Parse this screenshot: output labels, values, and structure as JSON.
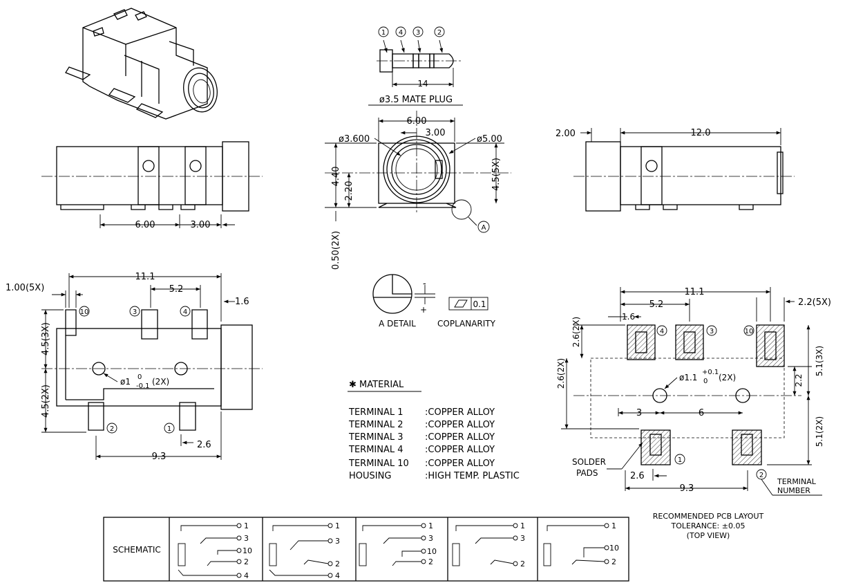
{
  "plug": {
    "title": "ø3.5 MATE PLUG",
    "length": "14",
    "pins": [
      "1",
      "4",
      "3",
      "2"
    ]
  },
  "front": {
    "d_small": "ø3.600",
    "d_large": "ø5.00",
    "width": "6.00",
    "half": "3.00",
    "h1": "4.40",
    "h2": "2.20",
    "h3": "4.5(5X)",
    "tab": "0.50(2X)",
    "detail_ref": "A"
  },
  "side_left": {
    "dim1": "6.00",
    "dim2": "3.00"
  },
  "side_right": {
    "dim1": "2.00",
    "dim2": "12.0"
  },
  "top_view": {
    "width": "11.1",
    "pitch": "5.2",
    "pin_w": "1.00(5X)",
    "edge": "1.6",
    "h_top": "4.5(3X)",
    "h_bot": "4.5(2X)",
    "hole": "ø1",
    "hole_tol_up": "0",
    "hole_tol_dn": "-0.1",
    "hole_count": "(2X)",
    "bottom": "9.3",
    "gap": "2.6",
    "pins": [
      "10",
      "3",
      "4",
      "2",
      "1"
    ]
  },
  "detail": {
    "label": "A DETAIL",
    "coplanarity": "COPLANARITY",
    "value": "0.1",
    "minus": "-",
    "plus": "+"
  },
  "material": {
    "title": "✱ MATERIAL",
    "rows": [
      {
        "part": "TERMINAL  1",
        "spec": ":COPPER  ALLOY"
      },
      {
        "part": "TERMINAL  2",
        "spec": ":COPPER  ALLOY"
      },
      {
        "part": "TERMINAL  3",
        "spec": ":COPPER  ALLOY"
      },
      {
        "part": "TERMINAL  4",
        "spec": ":COPPER  ALLOY"
      },
      {
        "part": "TERMINAL  10",
        "spec": ":COPPER  ALLOY"
      },
      {
        "part": "HOUSING",
        "spec": ":HIGH  TEMP.  PLASTIC"
      }
    ]
  },
  "pcb": {
    "width": "11.1",
    "pitch": "5.2",
    "pad_w": "1.6",
    "pad_space": "2.2(5X)",
    "left_h1": "2.6(2X)",
    "left_h2": "2.6(2X)",
    "right_h1": "5.1(3X)",
    "right_h2": "2.2",
    "right_h3": "5.1(2X)",
    "hole": "ø1.1",
    "hole_tol_up": "+0.1",
    "hole_tol_dn": "0",
    "hole_count": "(2X)",
    "d3": "3",
    "d6": "6",
    "d26": "2.6",
    "d93": "9.3",
    "solder": [
      "SOLDER",
      "PADS"
    ],
    "terminal": [
      "TERMINAL",
      "NUMBER"
    ],
    "pins": [
      "4",
      "3",
      "10",
      "1",
      "2"
    ],
    "caption": [
      "RECOMMENDED  PCB  LAYOUT",
      "TOLERANCE: ±0.05",
      "(TOP  VIEW)"
    ]
  },
  "schematic": {
    "label": "SCHEMATIC",
    "c1": [
      "1",
      "3",
      "10",
      "2",
      "4"
    ],
    "c2": [
      "1",
      "3",
      "2",
      "4"
    ],
    "c3": [
      "1",
      "3",
      "10",
      "2"
    ],
    "c4": [
      "1",
      "3",
      "2"
    ],
    "c5": [
      "1",
      "10",
      "2"
    ]
  }
}
